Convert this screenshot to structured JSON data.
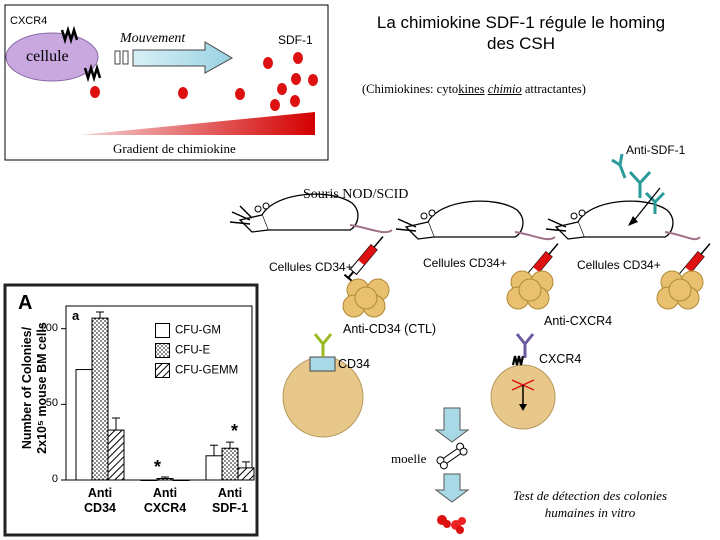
{
  "title": {
    "line1": "La chimiokine SDF-1 régule le homing",
    "line2": "des CSH"
  },
  "subtitle": {
    "prefix": "(Chimiokines: cyto",
    "kines": "kines",
    "space": " ",
    "chimio": "chimio",
    "suffix": " attractantes)"
  },
  "inset": {
    "cxcr4": "CXCR4",
    "cellule": "cellule",
    "mouvement": "Mouvement",
    "sdf1": "SDF-1",
    "gradient": "Gradient de chimiokine"
  },
  "experiment": {
    "anti_sdf1": "Anti-SDF-1",
    "mouse_strain": "Souris NOD/SCID",
    "cells_1": "Cellules CD34+",
    "cells_2": "Cellules CD34+",
    "cells_3": "Cellules CD34+",
    "anti_cd34": "Anti-CD34 (CTL)",
    "cd34": "CD34",
    "anti_cxcr4": "Anti-CXCR4",
    "cxcr4": "CXCR4",
    "moelle": "moelle",
    "test_line1": "Test de détection des colonies",
    "test_line2": "humaines in vitro"
  },
  "colors": {
    "cell_purple": "#c9a8e0",
    "arrow_blue": "#a9d9e6",
    "red": "#dd1111",
    "tan": "#e8c88a",
    "teal": "#2a9a9a",
    "antibody_purple": "#6e5aa0",
    "antibody_green": "#99bb22",
    "title_text": "#000000"
  },
  "chart_data": {
    "type": "bar",
    "panel_label": "A",
    "subpanel_label": "a",
    "ylabel_line1": "Number of Colonies/",
    "ylabel_line2": "2x10⁵ mouse BM cells",
    "ylim": [
      0,
      115
    ],
    "yticks": [
      "0",
      "50",
      "100"
    ],
    "categories": [
      {
        "line1": "Anti",
        "line2": "CD34"
      },
      {
        "line1": "Anti",
        "line2": "CXCR4"
      },
      {
        "line1": "Anti",
        "line2": "SDF-1"
      }
    ],
    "series": [
      {
        "name": "CFU-GM",
        "values": [
          73,
          0,
          16
        ],
        "errors": [
          0,
          0,
          7
        ],
        "pattern": "white"
      },
      {
        "name": "CFU-E",
        "values": [
          107,
          1,
          21
        ],
        "errors": [
          4,
          1,
          4
        ],
        "pattern": "dots"
      },
      {
        "name": "CFU-GEMM",
        "values": [
          33,
          0,
          8
        ],
        "errors": [
          8,
          0,
          4
        ],
        "pattern": "hatch"
      }
    ],
    "annotations": [
      "*",
      "*"
    ]
  }
}
